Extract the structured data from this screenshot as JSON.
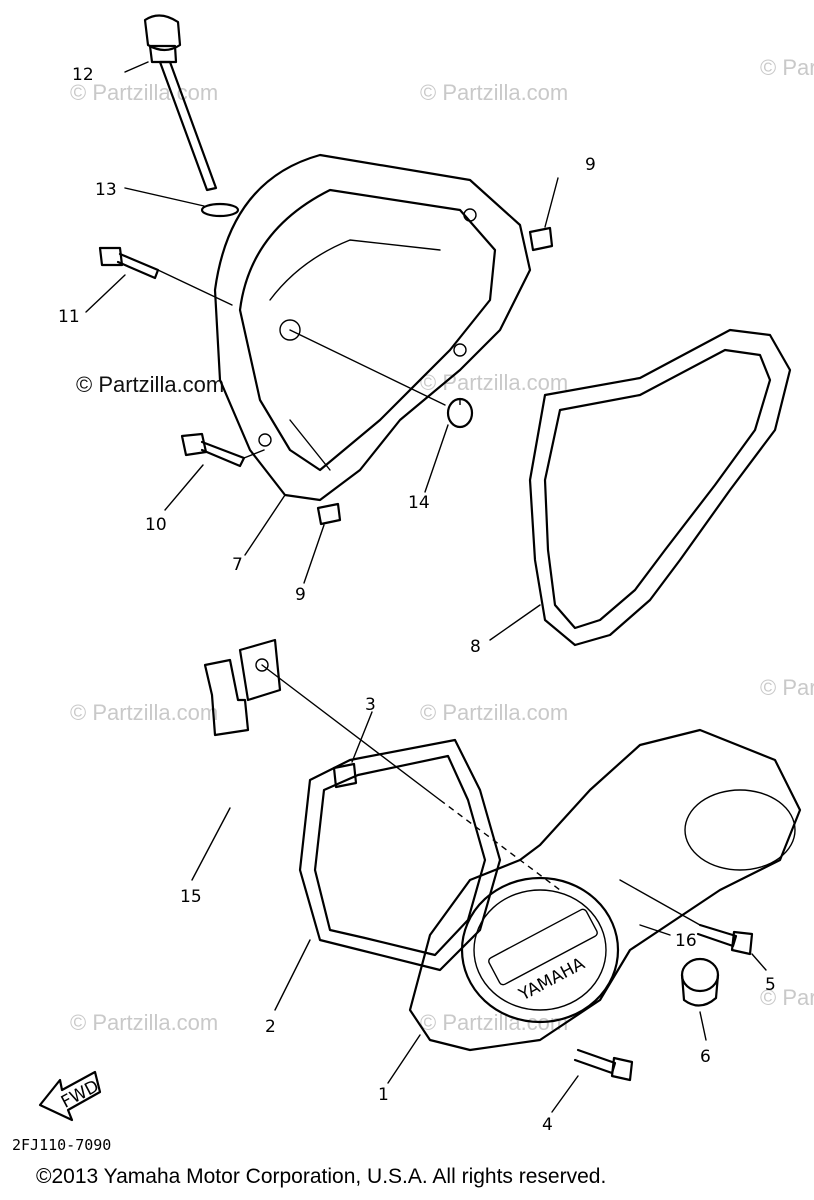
{
  "watermark_text": "© Partzilla.com",
  "callouts": {
    "c1": "1",
    "c2": "2",
    "c3": "3",
    "c4": "4",
    "c5": "5",
    "c6": "6",
    "c7": "7",
    "c8": "8",
    "c9a": "9",
    "c9b": "9",
    "c10": "10",
    "c11": "11",
    "c12": "12",
    "c13": "13",
    "c14": "14",
    "c15": "15",
    "c16": "16"
  },
  "fwd_label": "FWD",
  "cover_brand": "YAMAHA",
  "diagram_code": "2FJ110-7090",
  "copyright": "©2013  Yamaha Motor Corporation, U.S.A. All rights reserved."
}
